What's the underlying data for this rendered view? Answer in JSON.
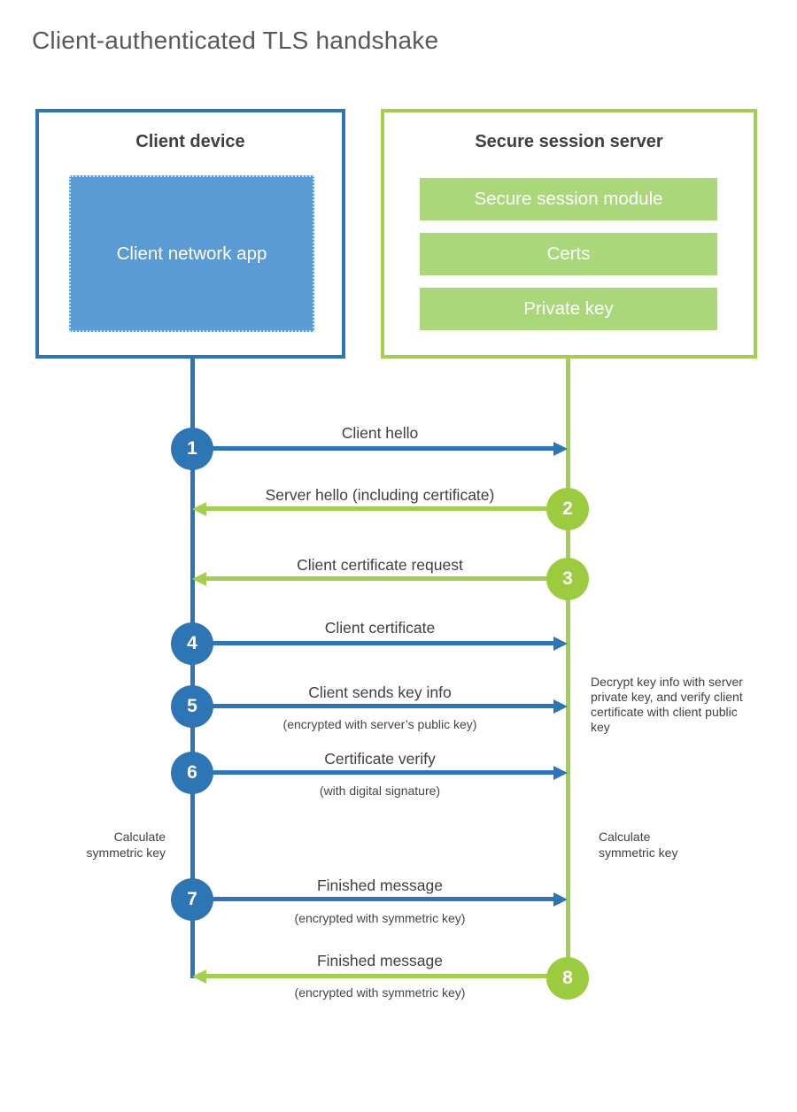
{
  "title": "Client-authenticated TLS handshake",
  "client_box": {
    "heading": "Client device",
    "app_label": "Client network app"
  },
  "server_box": {
    "heading": "Secure session server",
    "modules": [
      "Secure session module",
      "Certs",
      "Private key"
    ]
  },
  "steps": [
    {
      "num": "1",
      "label": "Client hello",
      "direction": "right",
      "actor": "client"
    },
    {
      "num": "2",
      "label": "Server hello (including certificate)",
      "direction": "left",
      "actor": "server"
    },
    {
      "num": "3",
      "label": "Client certificate request",
      "direction": "left",
      "actor": "server"
    },
    {
      "num": "4",
      "label": "Client certificate",
      "direction": "right",
      "actor": "client"
    },
    {
      "num": "5",
      "label": "Client sends key info",
      "sub_label": "(encrypted with server’s public key)",
      "direction": "right",
      "actor": "client"
    },
    {
      "num": "6",
      "label": "Certificate verify",
      "sub_label": "(with digital signature)",
      "direction": "right",
      "actor": "client"
    },
    {
      "num": "7",
      "label": "Finished message",
      "sub_label": "(encrypted with symmetric key)",
      "direction": "right",
      "actor": "client"
    },
    {
      "num": "8",
      "label": "Finished message",
      "sub_label": "(encrypted with symmetric key)",
      "direction": "left",
      "actor": "server"
    }
  ],
  "notes": {
    "server_decrypt": "Decrypt key info with server private key, and verify client certificate with client public key",
    "client_calculate": "Calculate symmetric key",
    "server_calculate": "Calculate symmetric key"
  },
  "colors": {
    "blue": "#2E75B6",
    "blue_fill": "#5B9BD5",
    "green": "#A3CE4F",
    "green_circle": "#9DCB40",
    "green_bar": "#AAD77A"
  }
}
